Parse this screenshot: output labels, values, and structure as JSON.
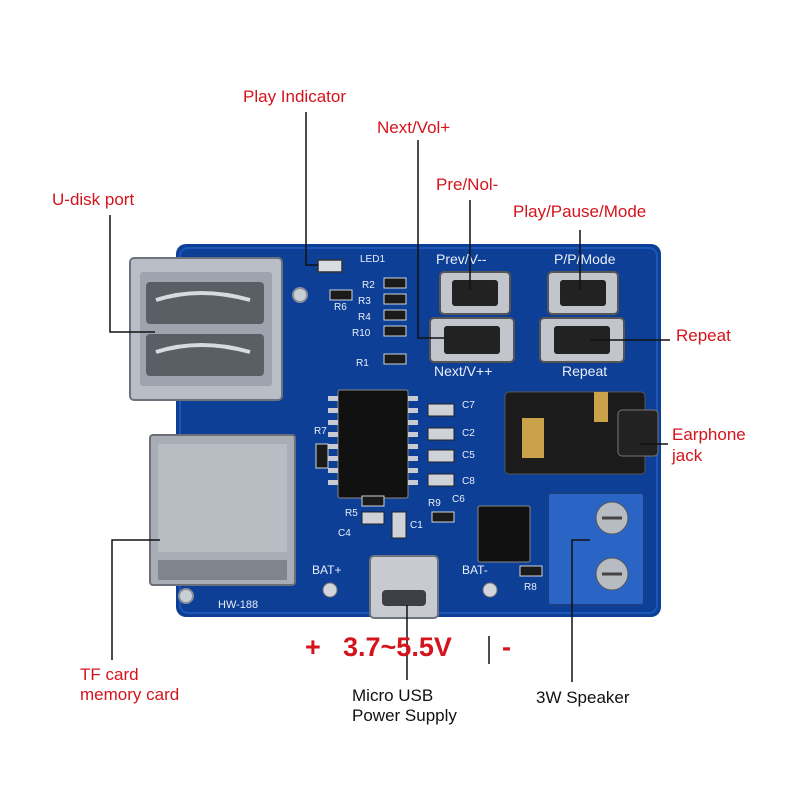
{
  "labels": {
    "play_indicator": "Play Indicator",
    "next_vol": "Next/Vol+",
    "pre_vol": "Pre/Nol-",
    "play_pause_mode": "Play/Pause/Mode",
    "u_disk_port": "U-disk port",
    "repeat": "Repeat",
    "earphone_jack_line1": "Earphone",
    "earphone_jack_line2": "jack",
    "tf_card_line1": "TF card",
    "tf_card_line2": "memory card",
    "micro_usb_line1": "Micro USB",
    "micro_usb_line2": "Power Supply",
    "speaker": "3W Speaker",
    "voltage": "3.7~5.5V",
    "plus": "+",
    "minus": "-"
  },
  "board": {
    "model": "HW-188",
    "silk": {
      "led1": "LED1",
      "prev": "Prev/V--",
      "pp_mode": "P/P/Mode",
      "next": "Next/V++",
      "repeat": "Repeat",
      "r2": "R2",
      "r3": "R3",
      "r4": "R4",
      "r6": "R6",
      "r10": "R10",
      "r1": "R1",
      "r7": "R7",
      "r5": "R5",
      "r9": "R9",
      "r8": "R8",
      "c7": "C7",
      "c2": "C2",
      "c5": "C5",
      "c8": "C8",
      "c6": "C6",
      "c4": "C4",
      "c1": "C1",
      "bat_plus": "BAT+",
      "bat_minus": "BAT-"
    }
  },
  "colors": {
    "label_red": "#d4141c",
    "pcb_blue": "#0e3f96",
    "terminal_blue": "#2a64c4"
  }
}
